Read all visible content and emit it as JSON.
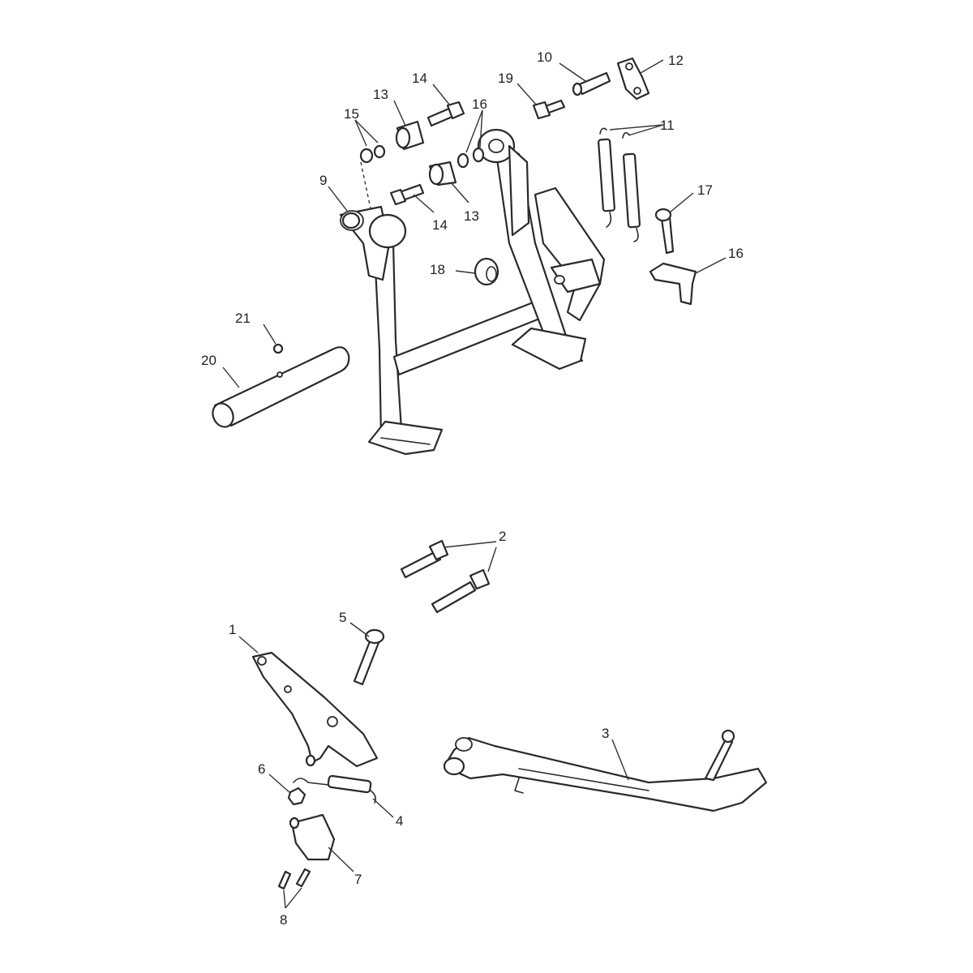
{
  "callouts": {
    "c1": "1",
    "c2": "2",
    "c3": "3",
    "c4": "4",
    "c5": "5",
    "c6": "6",
    "c7": "7",
    "c8": "8",
    "c9": "9",
    "c10": "10",
    "c11": "11",
    "c12": "12",
    "c13a": "13",
    "c13b": "13",
    "c14a": "14",
    "c14b": "14",
    "c15": "15",
    "c16a": "16",
    "c16b": "16",
    "c17": "17",
    "c18": "18",
    "c19": "19",
    "c20": "20",
    "c21": "21"
  }
}
